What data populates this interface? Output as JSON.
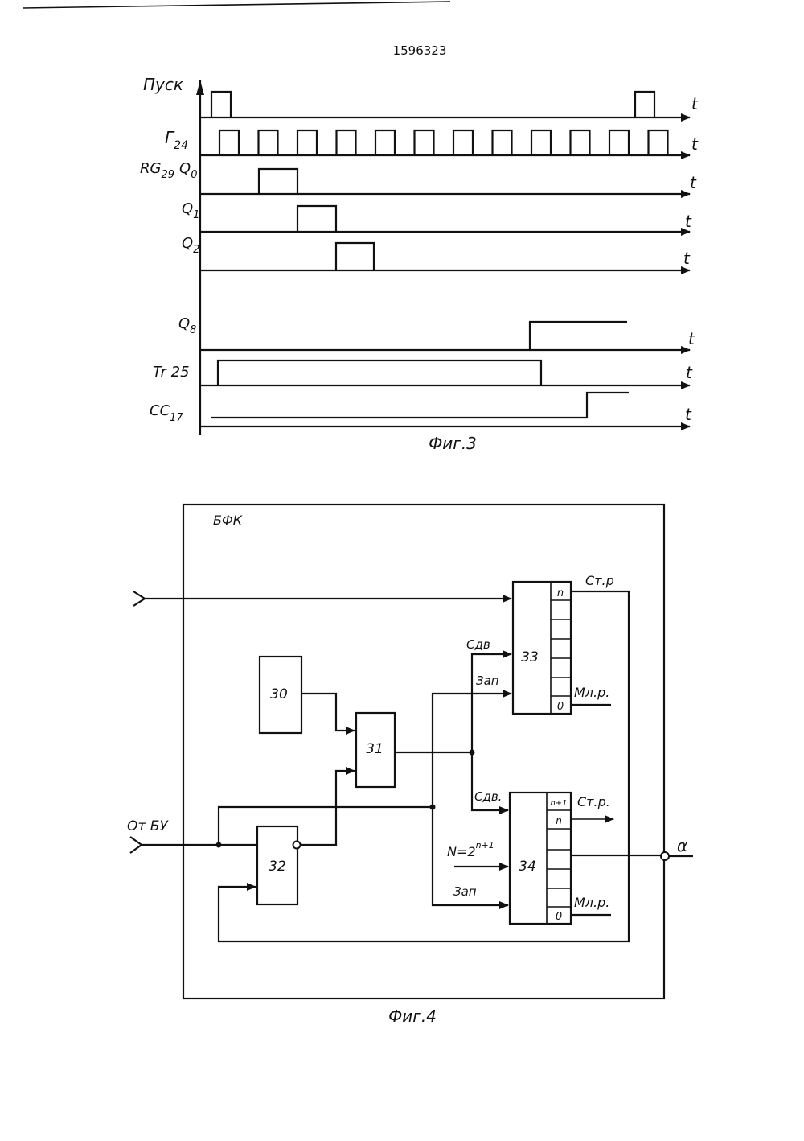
{
  "patent_number": "1596323",
  "fig3": {
    "caption": "Фиг.3",
    "time_label": "t",
    "signals": {
      "pusk": {
        "name": "Пуск"
      },
      "g24": {
        "name": "Г",
        "sub": "24"
      },
      "rg29_q0": {
        "name": "RG",
        "sub": "29",
        "suffix": "Q",
        "suffix_sub": "0"
      },
      "q1": {
        "name": "Q",
        "sub": "1"
      },
      "q2": {
        "name": "Q",
        "sub": "2"
      },
      "q8": {
        "name": "Q",
        "sub": "8"
      },
      "tr25": {
        "name": "Tr 25"
      },
      "cc17": {
        "name": "СС",
        "sub": "17"
      }
    }
  },
  "fig4": {
    "caption": "Фиг.4",
    "block_label": "БФК",
    "input_label": "От БУ",
    "output_label": "α",
    "blocks": {
      "b30": "30",
      "b31": "31",
      "b32": "32",
      "b33": "33",
      "b34": "34"
    },
    "counter33": {
      "shift_label": "Сдв",
      "write_label": "Зап",
      "top_cell": "n",
      "bottom_cell": "0",
      "msb_label": "Ст.р",
      "lsb_label": "Мл.р."
    },
    "counter34": {
      "shift_label": "Сдв.",
      "n_label": "N=2",
      "n_exp": "n+1",
      "write_label": "Зап",
      "top_cell": "n+1",
      "second_cell": "n",
      "bottom_cell": "0",
      "msb_label": "Ст.р.",
      "lsb_label": "Мл.р."
    }
  }
}
